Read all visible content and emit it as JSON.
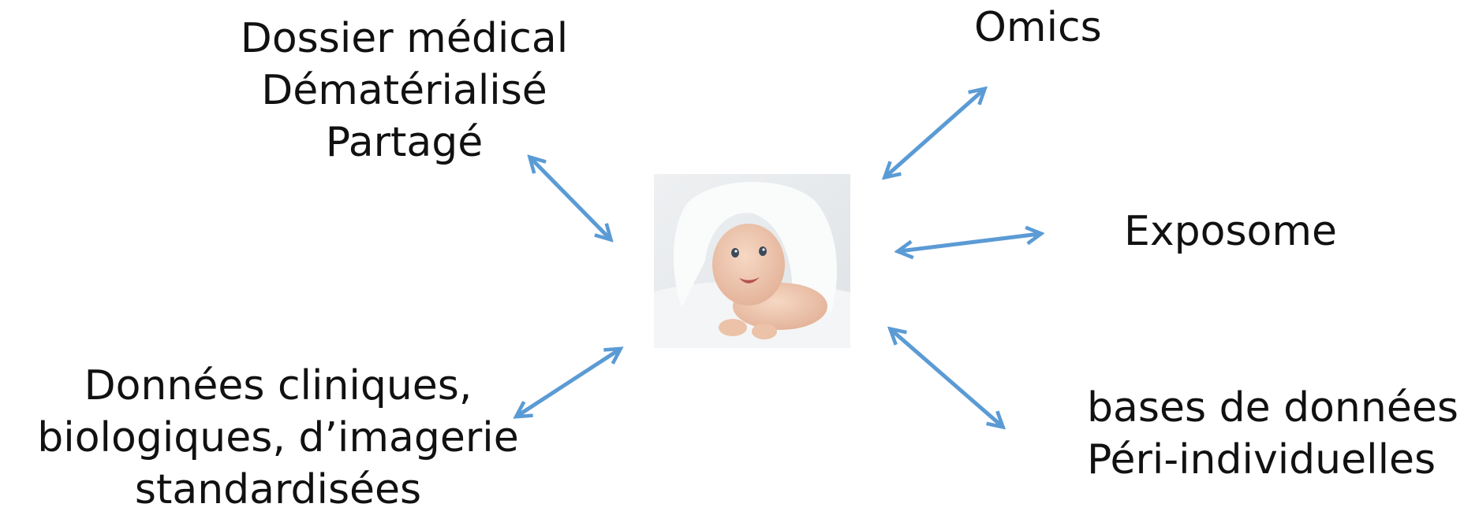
{
  "nodes": {
    "top_left": {
      "lines": [
        "Dossier médical",
        "Dématérialisé",
        "Partagé"
      ]
    },
    "top_right": {
      "lines": [
        "Omics"
      ]
    },
    "middle_right": {
      "lines": [
        "Exposome"
      ]
    },
    "bottom_left": {
      "lines": [
        "Données cliniques,",
        "biologiques, d’imagerie",
        "standardisées"
      ]
    },
    "bottom_right": {
      "lines": [
        "bases de données",
        "Péri-individuelles"
      ]
    }
  },
  "center_image": {
    "subject": "baby-photo"
  },
  "colors": {
    "arrow": "#5b9bd5",
    "text": "#111111"
  }
}
